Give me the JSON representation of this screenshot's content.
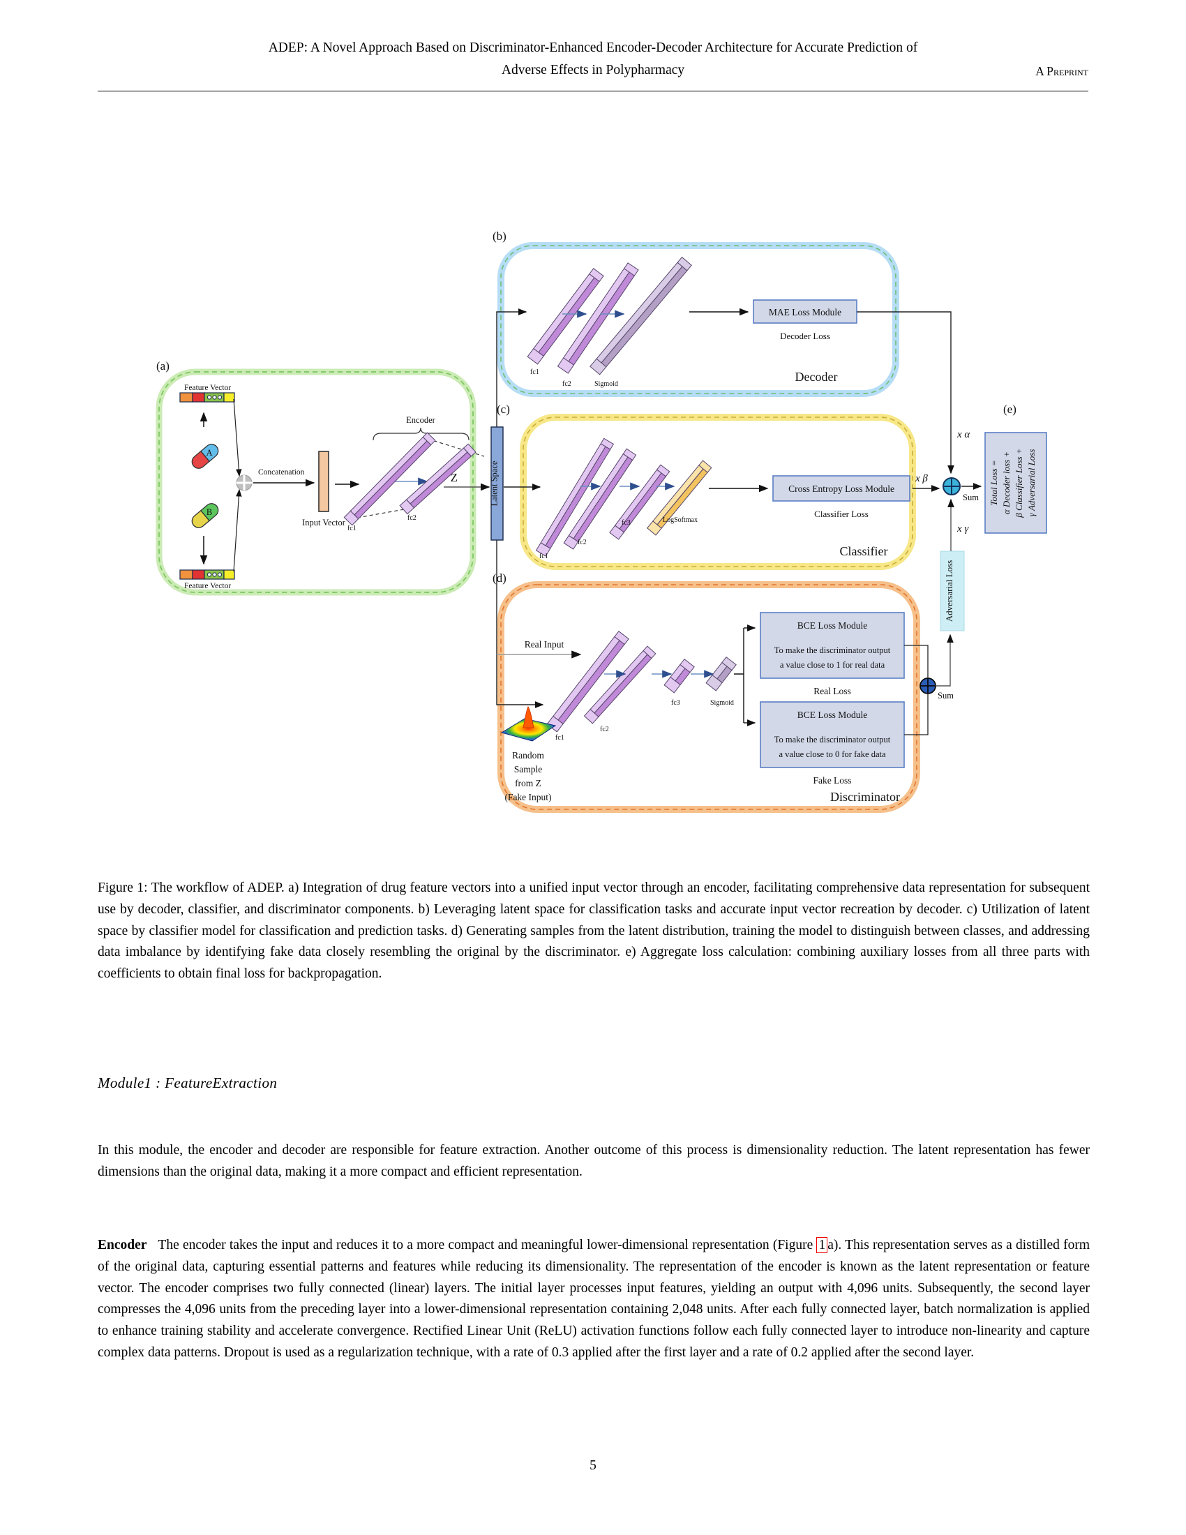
{
  "header": {
    "title_line1": "ADEP: A Novel Approach Based on Discriminator-Enhanced Encoder-Decoder Architecture for Accurate Prediction of",
    "title_line2": "Adverse Effects in Polypharmacy",
    "preprint": "A Preprint"
  },
  "figure": {
    "panel_labels": {
      "a": "(a)",
      "b": "(b)",
      "c": "(c)",
      "d": "(d)",
      "e": "(e)"
    },
    "panel_a": {
      "feature_vector_top": "Feature Vector",
      "feature_vector_bottom": "Feature Vector",
      "pill_a": "A",
      "pill_b": "B",
      "concatenation": "Concatenation",
      "input_vector": "Input Vector",
      "encoder": "Encoder",
      "fc1": "fc1",
      "fc2": "fc2",
      "z": "Z"
    },
    "latent_space": "Latent Space",
    "panel_b": {
      "fc1": "fc1",
      "fc2": "fc2",
      "sigmoid": "Sigmoid",
      "mae": "MAE Loss Module",
      "decoder_loss": "Decoder Loss",
      "decoder": "Decoder"
    },
    "panel_c": {
      "fc1": "fc1",
      "fc2": "fc2",
      "fc3": "fc3",
      "logsoftmax": "LogSoftmax",
      "ce": "Cross Entropy Loss Module",
      "classifier_loss": "Classifier Loss",
      "classifier": "Classifier"
    },
    "panel_d": {
      "real_input": "Real Input",
      "random_sample_lines": [
        "Random",
        "Sample",
        "from Z",
        "(Fake Input)"
      ],
      "fc1": "fc1",
      "fc2": "fc2",
      "fc3": "fc3",
      "sigmoid": "Sigmoid",
      "bce1_title": "BCE Loss Module",
      "bce1_line1": "To make the discriminator output",
      "bce1_line2": "a value close to 1 for real data",
      "real_loss": "Real Loss",
      "bce2_title": "BCE Loss Module",
      "bce2_line1": "To make the discriminator output",
      "bce2_line2": "a value close to 0 for fake data",
      "fake_loss": "Fake Loss",
      "discriminator": "Discriminator"
    },
    "panel_e": {
      "x_alpha": "x α",
      "x_beta": "x β",
      "x_gamma": "x γ",
      "sum1": "Sum",
      "sum2": "Sum",
      "adversarial_loss": "Adversarial Loss",
      "total_lines": [
        "Total Loss =",
        "α Decoder loss +",
        "β Classifier Loss +",
        "γ Adversarial Loss"
      ]
    },
    "colors": {
      "panel_a_dash": "#7cc661",
      "panel_b_glow": "#a9d7f5",
      "panel_c_glow": "#f6e47a",
      "panel_d_glow": "#f5b97e",
      "loss_box_fill": "#d2d8e8",
      "loss_box_border": "#5b7fc4",
      "latent_fill": "#89a7d8",
      "adversarial_fill": "#cdeef4",
      "sum1_fill": "#3cb4da",
      "sum2_fill": "#2b5cb8",
      "bar_purple": "#c08ad8",
      "bar_orange": "#f3c35f"
    }
  },
  "caption": "Figure 1: The workflow of ADEP. a) Integration of drug feature vectors into a unified input vector through an encoder, facilitating comprehensive data representation for subsequent use by decoder, classifier, and discriminator components. b) Leveraging latent space for classification tasks and accurate input vector recreation by decoder. c) Utilization of latent space by classifier model for classification and prediction tasks. d) Generating samples from the latent distribution, training the model to distinguish between classes, and addressing data imbalance by identifying fake data closely resembling the original by the discriminator. e) Aggregate loss calculation: combining auxiliary losses from all three parts with coefficients to obtain final loss for backpropagation.",
  "module_heading": "Module1 : FeatureExtraction",
  "para1": "In this module, the encoder and decoder are responsible for feature extraction. Another outcome of this process is dimensionality reduction. The latent representation has fewer dimensions than the original data, making it a more compact and efficient representation.",
  "encoder_para": {
    "label": "Encoder",
    "before": "The encoder takes the input and reduces it to a more compact and meaningful lower-dimensional representation (Figure ",
    "figref": "1",
    "after": "a). This representation serves as a distilled form of the original data, capturing essential patterns and features while reducing its dimensionality. The representation of the encoder is known as the latent representation or feature vector. The encoder comprises two fully connected (linear) layers. The initial layer processes input features, yielding an output with 4,096 units. Subsequently, the second layer compresses the 4,096 units from the preceding layer into a lower-dimensional representation containing 2,048 units. After each fully connected layer, batch normalization is applied to enhance training stability and accelerate convergence. Rectified Linear Unit (ReLU) activation functions follow each fully connected layer to introduce non-linearity and capture complex data patterns. Dropout is used as a regularization technique, with a rate of 0.3 applied after the first layer and a rate of 0.2 applied after the second layer."
  },
  "page_number": "5"
}
